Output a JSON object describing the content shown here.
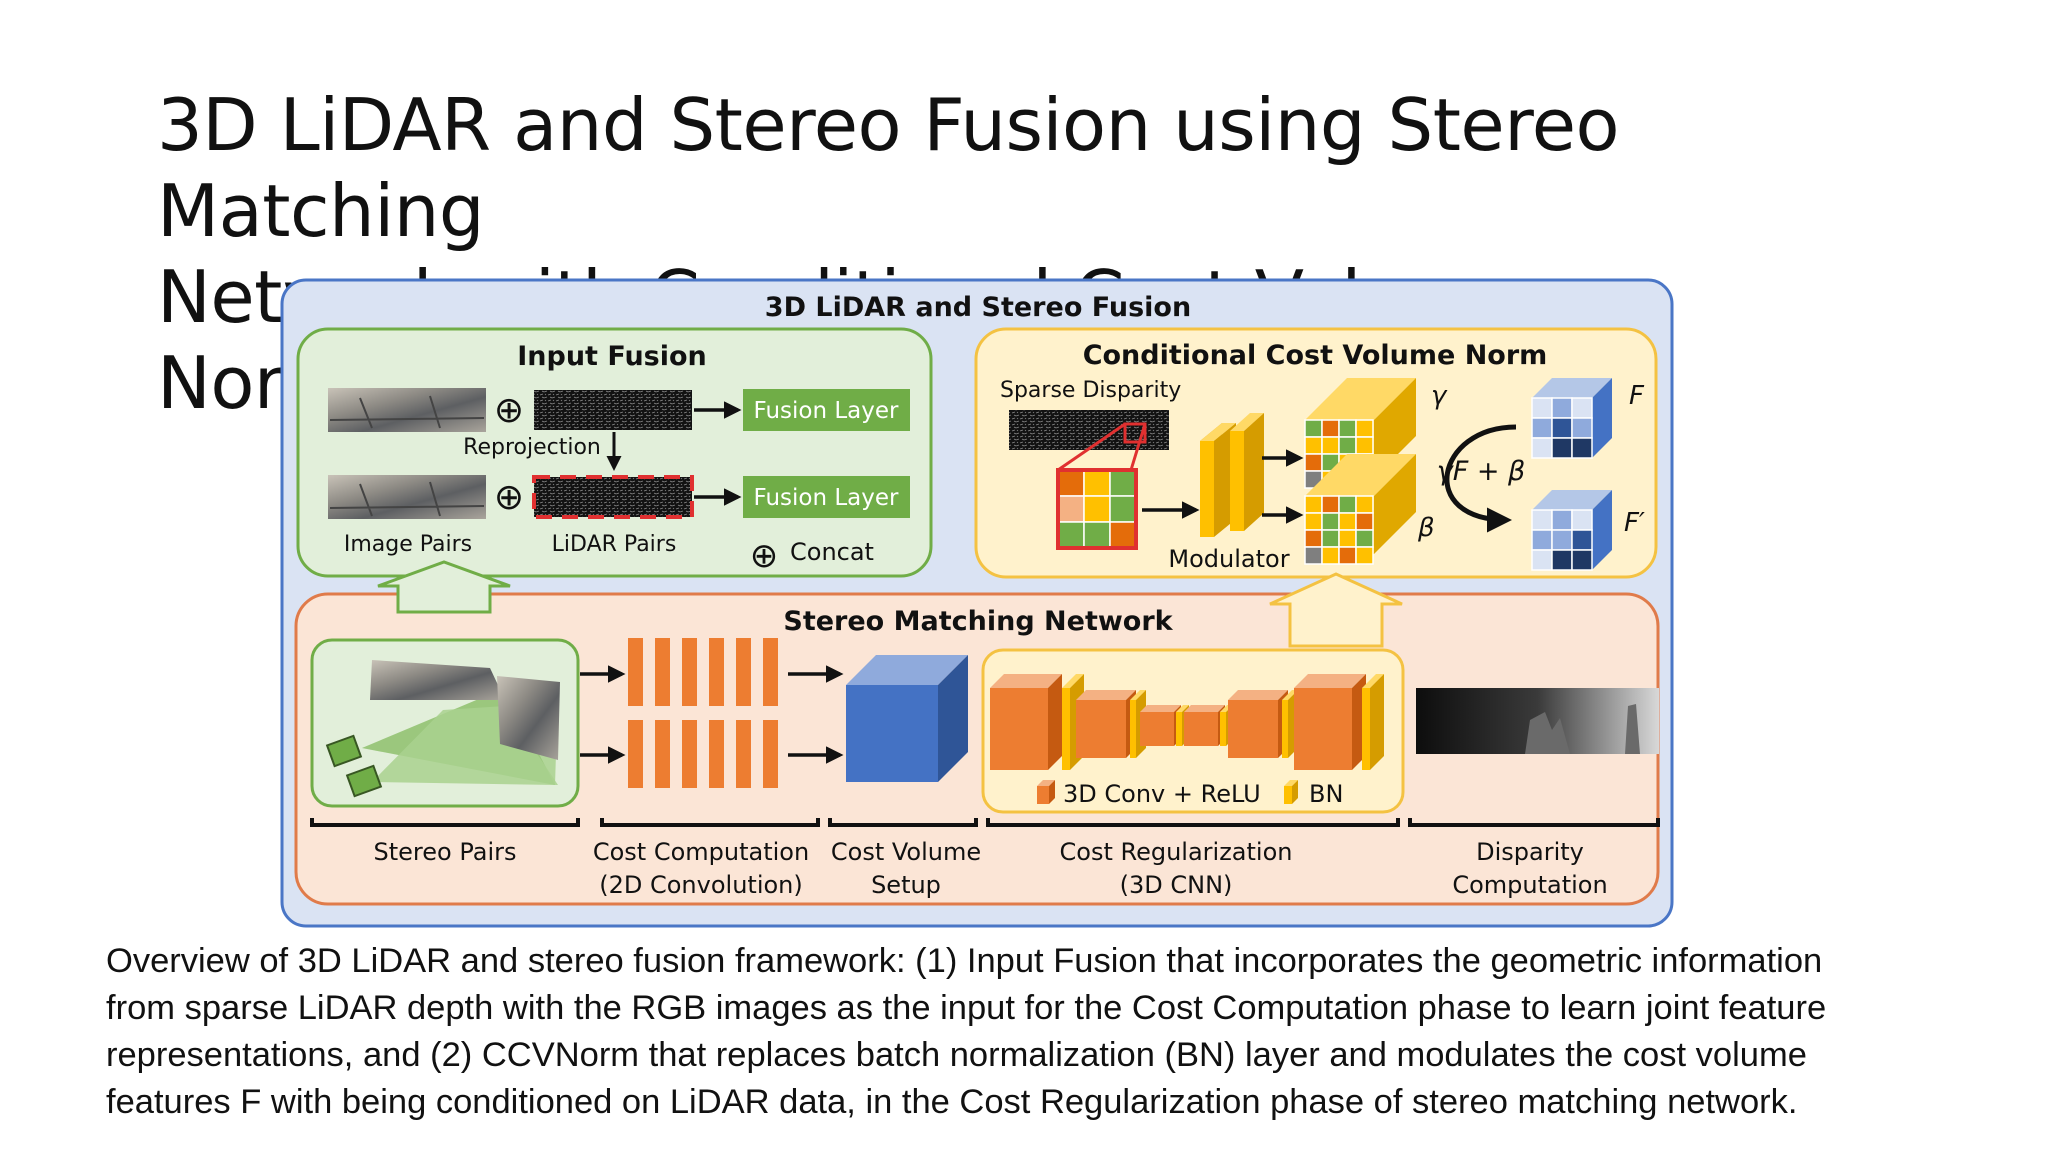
{
  "title": {
    "line1": "3D LiDAR and Stereo Fusion using Stereo Matching",
    "line2": "Network with Conditional Cost Volume Normalization"
  },
  "diagram": {
    "outer_title": "3D LiDAR and Stereo Fusion",
    "input_fusion": {
      "title": "Input Fusion",
      "reprojection": "Reprojection",
      "fusion_layer_top": "Fusion Layer",
      "fusion_layer_bottom": "Fusion Layer",
      "image_pairs": "Image Pairs",
      "lidar_pairs": "LiDAR Pairs",
      "concat_symbol": "⊕",
      "concat_label": "Concat"
    },
    "ccvnorm": {
      "title": "Conditional Cost Volume Norm",
      "sparse_disparity": "Sparse Disparity",
      "modulator": "Modulator",
      "gamma": "γ",
      "beta": "β",
      "formula": "γF + β",
      "F": "F",
      "F_prime": "F′"
    },
    "stereo_matching": {
      "title": "Stereo Matching Network",
      "legend_conv": "3D Conv + ReLU",
      "legend_bn": "BN"
    },
    "stages": [
      {
        "line1": "Stereo Pairs",
        "line2": ""
      },
      {
        "line1": "Cost Computation",
        "line2": "(2D Convolution)"
      },
      {
        "line1": "Cost Volume",
        "line2": "Setup"
      },
      {
        "line1": "Cost Regularization",
        "line2": "(3D CNN)"
      },
      {
        "line1": "Disparity",
        "line2": "Computation"
      }
    ]
  },
  "caption": {
    "line1": "Overview of 3D LiDAR and stereo fusion framework: (1) Input Fusion that incorporates the geometric information",
    "line2": "from sparse LiDAR depth with the RGB images as the input for the Cost Computation phase to learn joint feature",
    "line3": "representations, and (2) CCVNorm that replaces batch normalization (BN) layer and modulates the cost volume",
    "line4": "features F with being conditioned on LiDAR data, in the Cost Regularization phase of stereo matching network."
  },
  "colors": {
    "outer_fill": "#dae3f3",
    "outer_stroke": "#4a76c6",
    "green_fill": "#e2efda",
    "green_stroke": "#70ad47",
    "yellow_fill": "#fff2cc",
    "yellow_stroke": "#f4c242",
    "orange_fill": "#fbe5d6",
    "orange_stroke": "#e07b4a",
    "conv_orange": "#ed7d31",
    "bn_yellow": "#ffc000",
    "volume_blue": "#4472c4"
  }
}
